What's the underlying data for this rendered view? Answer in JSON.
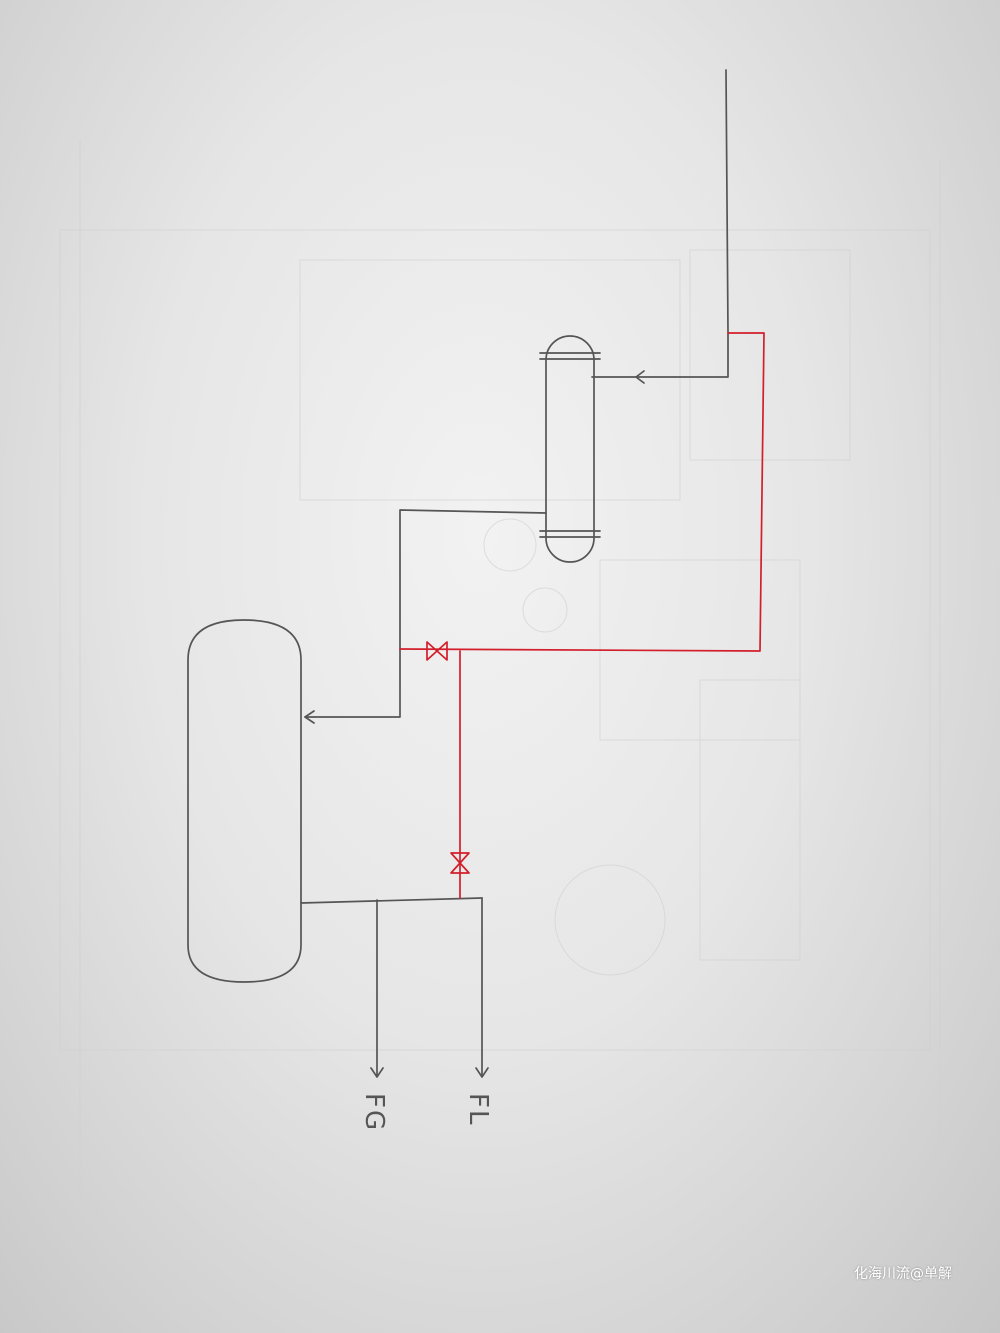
{
  "labels": {
    "fg": "FG",
    "fl": "FL"
  },
  "watermark": "化海川流@单解",
  "colors": {
    "paper": "#e6e6e6",
    "pencil": "#555555",
    "red_line": "#d21f2b"
  },
  "symbols": {
    "valve": "gate-valve-icon",
    "arrow": "flow-arrow-icon"
  }
}
